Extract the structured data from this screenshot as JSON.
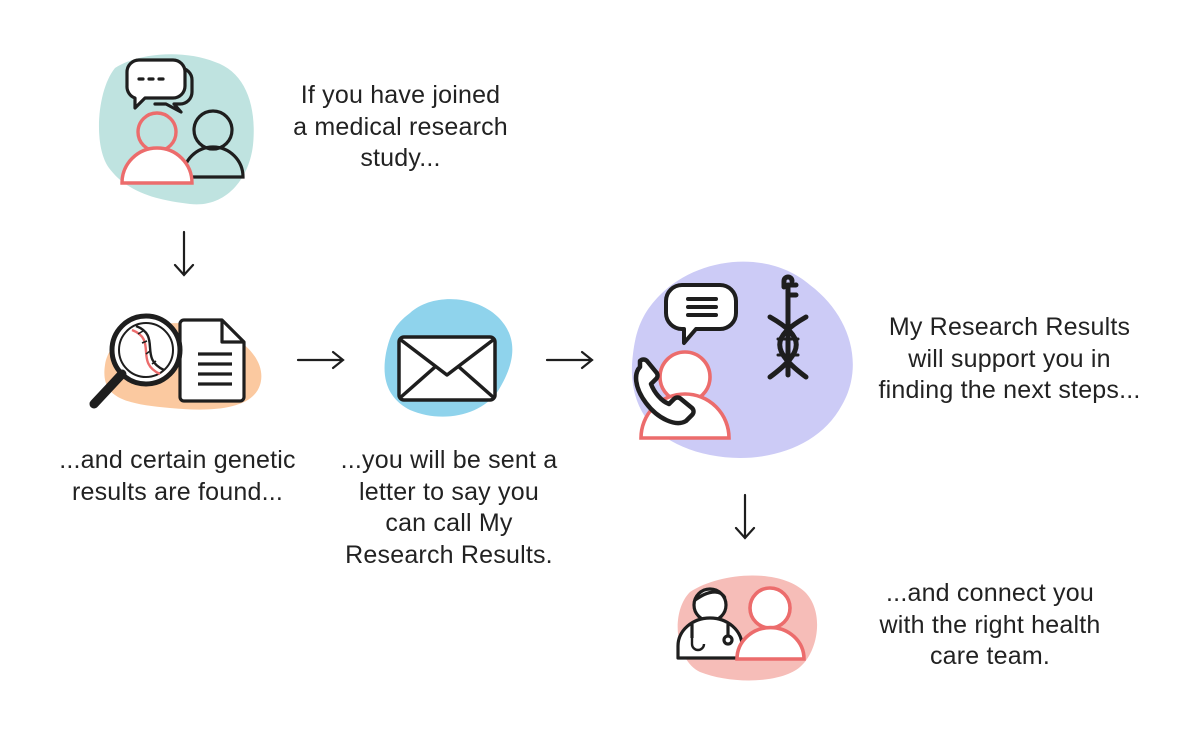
{
  "steps": [
    {
      "id": "join",
      "text": "If you have joined\na medical research\nstudy..."
    },
    {
      "id": "found",
      "text": "...and certain genetic\nresults are found..."
    },
    {
      "id": "letter",
      "text": "...you will be sent a\nletter to say you\ncan call My\nResearch Results."
    },
    {
      "id": "support",
      "text": "My Research Results\nwill support you in\nfinding the next steps..."
    },
    {
      "id": "connect",
      "text": "...and connect you\nwith the right health\ncare team."
    }
  ],
  "icons": {
    "join": [
      "chat-bubbles-icon",
      "person-red-icon",
      "person-black-icon"
    ],
    "found": [
      "magnifier-dna-icon",
      "document-icon"
    ],
    "letter": [
      "envelope-icon"
    ],
    "support": [
      "speech-bubble-icon",
      "dna-key-icon",
      "phone-icon",
      "person-red-icon"
    ],
    "connect": [
      "doctor-icon",
      "person-red-icon"
    ]
  },
  "colors": {
    "teal_blob": "#bfe3e0",
    "orange_blob": "#fbc9a0",
    "blue_blob": "#8fd3ec",
    "lavender_blob": "#cccbf6",
    "pink_blob": "#f6bdb8",
    "accent_red": "#ec6c6c",
    "ink": "#1e1e1e"
  }
}
